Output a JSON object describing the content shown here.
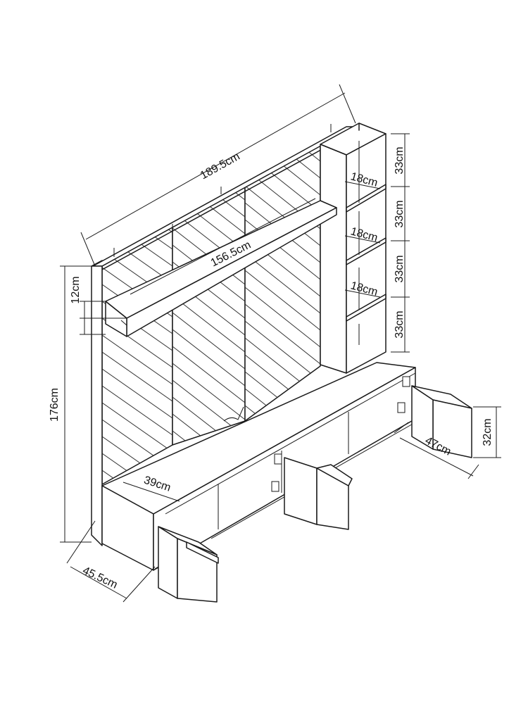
{
  "dimensions": {
    "overall_width": "189.5cm",
    "inner_width": "156.5cm",
    "overall_height": "176cm",
    "shelf_height": "12cm",
    "cabinet_depth": "45.5cm",
    "base_depth": "39cm",
    "door_width": "47cm",
    "door_height": "32cm",
    "cube_depth_1": "18cm",
    "cube_depth_2": "18cm",
    "cube_depth_3": "18cm",
    "cube_height_1": "33cm",
    "cube_height_2": "33cm",
    "cube_height_3": "33cm",
    "cube_height_4": "33cm"
  }
}
